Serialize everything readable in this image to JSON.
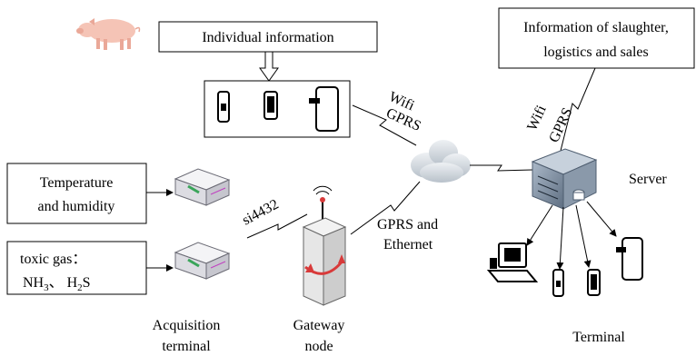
{
  "labels": {
    "individual_info": "Individual information",
    "slaughter_line1": "Information of slaughter,",
    "slaughter_line2": "logistics and sales",
    "temp_line1": "Temperature",
    "temp_line2": "and humidity",
    "gas_line1": "toxic gas：",
    "gas_nh": "NH",
    "gas_nh_sub": "3",
    "gas_sep": "、 H",
    "gas_h2_sub": "2",
    "gas_s": "S",
    "wifi": "Wifi",
    "gprs": "GPRS",
    "si4432": "si4432",
    "gprs_eth_line1": "GPRS and",
    "gprs_eth_line2": "Ethernet",
    "server": "Server",
    "acq_line1": "Acquisition",
    "acq_line2": "terminal",
    "gw_line1": "Gateway",
    "gw_line2": "node",
    "terminal": "Terminal"
  },
  "icons": [
    "pig-icon",
    "mobile-phone-icon",
    "smartphone-icon",
    "tablet-icon",
    "cloud-icon",
    "server-icon",
    "router-icon",
    "gateway-antenna-icon",
    "desktop-computer-icon"
  ],
  "colors": {
    "pig": "#f5c4b6",
    "cloud": "#cfd6dd",
    "server": "#7d8da0",
    "router_led": "#3aa55a",
    "gateway_arrow": "#d83a3a"
  }
}
